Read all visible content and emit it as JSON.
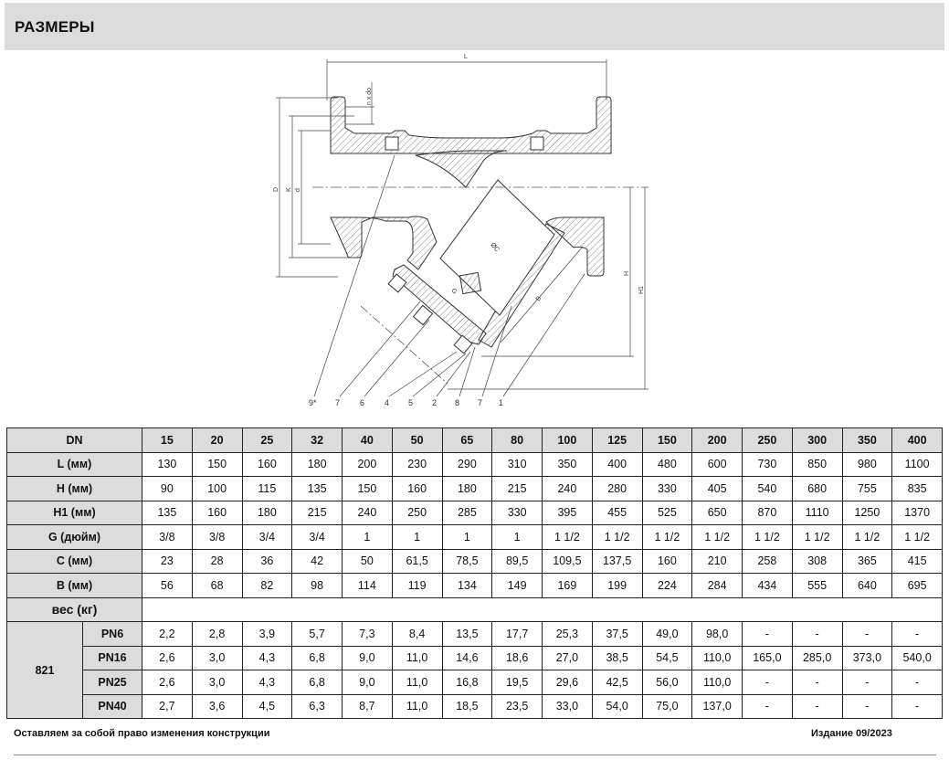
{
  "header": {
    "title": "РАЗМЕРЫ"
  },
  "drawing": {
    "dimension_labels": {
      "L": "L",
      "n_x_do": "n x do",
      "D": "D",
      "K": "K",
      "d": "d",
      "H": "H",
      "H1": "H1",
      "B": "B",
      "C": "ØC",
      "G": "G"
    },
    "callouts": [
      "9*",
      "7",
      "6",
      "4",
      "5",
      "2",
      "8",
      "7",
      "1"
    ]
  },
  "table": {
    "header_label": "DN",
    "dn": [
      "15",
      "20",
      "25",
      "32",
      "40",
      "50",
      "65",
      "80",
      "100",
      "125",
      "150",
      "200",
      "250",
      "300",
      "350",
      "400"
    ],
    "rows": [
      {
        "label": "L (мм)",
        "values": [
          "130",
          "150",
          "160",
          "180",
          "200",
          "230",
          "290",
          "310",
          "350",
          "400",
          "480",
          "600",
          "730",
          "850",
          "980",
          "1100"
        ]
      },
      {
        "label": "H (мм)",
        "values": [
          "90",
          "100",
          "115",
          "135",
          "150",
          "160",
          "180",
          "215",
          "240",
          "280",
          "330",
          "405",
          "540",
          "680",
          "755",
          "835"
        ]
      },
      {
        "label": "H1 (мм)",
        "values": [
          "135",
          "160",
          "180",
          "215",
          "240",
          "250",
          "285",
          "330",
          "395",
          "455",
          "525",
          "650",
          "870",
          "1110",
          "1250",
          "1370"
        ]
      },
      {
        "label": "G (дюйм)",
        "values": [
          "3/8",
          "3/8",
          "3/4",
          "3/4",
          "1",
          "1",
          "1",
          "1",
          "1 1/2",
          "1 1/2",
          "1 1/2",
          "1 1/2",
          "1 1/2",
          "1 1/2",
          "1 1/2",
          "1 1/2"
        ]
      },
      {
        "label": "C (мм)",
        "values": [
          "23",
          "28",
          "36",
          "42",
          "50",
          "61,5",
          "78,5",
          "89,5",
          "109,5",
          "137,5",
          "160",
          "210",
          "258",
          "308",
          "365",
          "415"
        ]
      },
      {
        "label": "B (мм)",
        "values": [
          "56",
          "68",
          "82",
          "98",
          "114",
          "119",
          "134",
          "149",
          "169",
          "199",
          "224",
          "284",
          "434",
          "555",
          "640",
          "695"
        ]
      }
    ],
    "weight_label": "вес (кг)",
    "model": "821",
    "weights": [
      {
        "pn": "PN6",
        "values": [
          "2,2",
          "2,8",
          "3,9",
          "5,7",
          "7,3",
          "8,4",
          "13,5",
          "17,7",
          "25,3",
          "37,5",
          "49,0",
          "98,0",
          "-",
          "-",
          "-",
          "-"
        ]
      },
      {
        "pn": "PN16",
        "values": [
          "2,6",
          "3,0",
          "4,3",
          "6,8",
          "9,0",
          "11,0",
          "14,6",
          "18,6",
          "27,0",
          "38,5",
          "54,5",
          "110,0",
          "165,0",
          "285,0",
          "373,0",
          "540,0"
        ]
      },
      {
        "pn": "PN25",
        "values": [
          "2,6",
          "3,0",
          "4,3",
          "6,8",
          "9,0",
          "11,0",
          "16,8",
          "19,5",
          "29,6",
          "42,5",
          "56,0",
          "110,0",
          "-",
          "-",
          "-",
          "-"
        ]
      },
      {
        "pn": "PN40",
        "values": [
          "2,7",
          "3,6",
          "4,5",
          "6,3",
          "8,7",
          "11,0",
          "18,5",
          "23,5",
          "33,0",
          "54,0",
          "75,0",
          "137,0",
          "-",
          "-",
          "-",
          "-"
        ]
      }
    ]
  },
  "footer": {
    "note": "Оставляем за собой право изменения конструкции",
    "edition": "Издание 09/2023"
  }
}
